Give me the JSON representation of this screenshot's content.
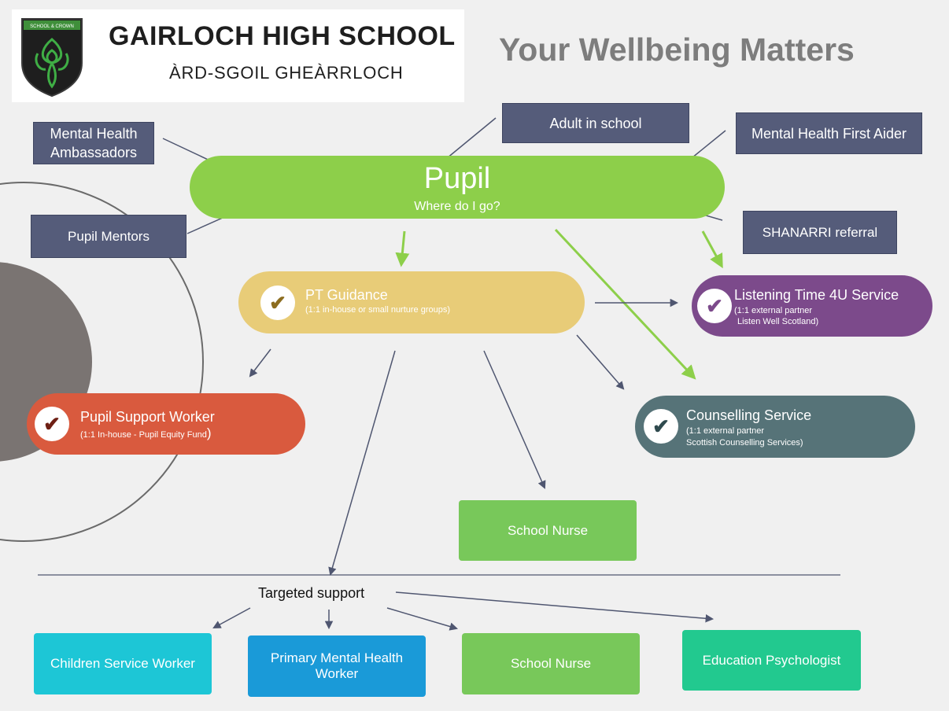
{
  "header": {
    "school_name": "GAIRLOCH HIGH SCHOOL",
    "school_gaelic": "ÀRD-SGOIL GHEÀRRLOCH",
    "slogan": "Your Wellbeing Matters",
    "crest_text": "SCHOOL & CROWN"
  },
  "pupil": {
    "title": "Pupil",
    "subtitle": "Where do I go?"
  },
  "sources": {
    "ambassadors": "Mental Health Ambassadors",
    "adult": "Adult in school",
    "first_aider": "Mental Health First Aider",
    "mentors": "Pupil Mentors",
    "shanarri": "SHANARRI referral"
  },
  "services": {
    "pt_guidance": {
      "title": "PT Guidance",
      "sub": "(1:1 in-house or small nurture groups)"
    },
    "listening": {
      "title": "Listening Time 4U Service",
      "sub1": "(1:1 external partner",
      "sub2": "Listen Well Scotland)"
    },
    "psw": {
      "title": "Pupil Support Worker",
      "sub": "(1:1 In-house -  Pupil Equity Fund",
      "close": ")"
    },
    "counselling": {
      "title": "Counselling Service",
      "sub1": "(1:1 external partner",
      "sub2": "Scottish Counselling Services)"
    },
    "school_nurse": "School Nurse"
  },
  "targeted": {
    "label": "Targeted support",
    "children_service": "Children Service Worker",
    "primary_mh": "Primary Mental Health Worker",
    "school_nurse": "School Nurse",
    "ed_psych": "Education Psychologist"
  },
  "icons": {
    "check": "checkmark-icon"
  },
  "colors": {
    "pupil_green": "#8dcf4a",
    "navy": "#555c7a",
    "pt_guidance": "#e8cc78",
    "listening": "#7c4a8b",
    "psw": "#d95a3e",
    "counselling": "#567378",
    "nurse_green": "#78c85a",
    "cyan": "#1dc6d6",
    "blue": "#1a9ad8",
    "teal": "#22c98f"
  }
}
